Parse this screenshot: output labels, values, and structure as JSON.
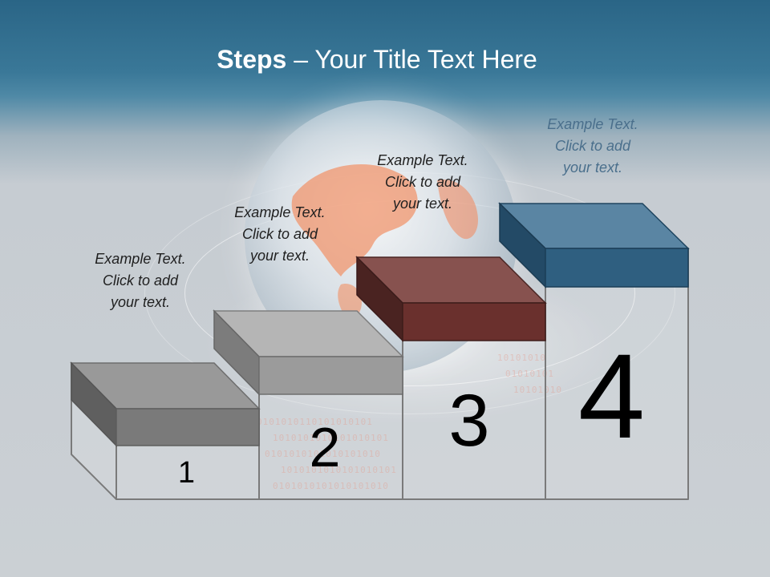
{
  "title": {
    "bold": "Steps",
    "dash": " – ",
    "rest": "Your Title Text Here"
  },
  "steps": [
    {
      "number": "1",
      "caption": [
        "Example Text.",
        "Click  to add",
        "your text."
      ],
      "color": "#8a8a8a"
    },
    {
      "number": "2",
      "caption": [
        "Example Text.",
        "Click  to add",
        "your text."
      ],
      "color": "#a0a0a0"
    },
    {
      "number": "3",
      "caption": [
        "Example Text.",
        "Click  to add",
        "your text."
      ],
      "color": "#6b3330"
    },
    {
      "number": "4",
      "caption": [
        "Example Text.",
        "Click  to add",
        "your text."
      ],
      "color": "#2f5f80"
    }
  ]
}
